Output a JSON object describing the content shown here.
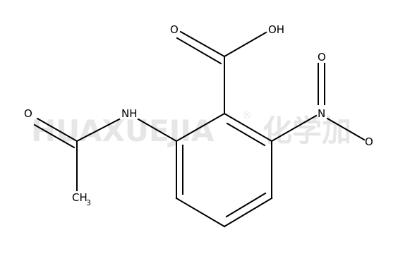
{
  "watermark": {
    "latin": "HUAXUEJIA",
    "registered": "®",
    "cjk": "化学加"
  },
  "atoms": {
    "carbonyl_o": "O",
    "hydroxyl": "OH",
    "nitro_o_top": "O",
    "nitro_n": "N",
    "nitro_o_bottom": "O",
    "amide_nh": "NH",
    "amide_o": "O",
    "methyl_c": "CH",
    "methyl_sub": "3"
  },
  "colors": {
    "bond": "#000000",
    "label": "#000000",
    "watermark": "#e6e6e6"
  }
}
